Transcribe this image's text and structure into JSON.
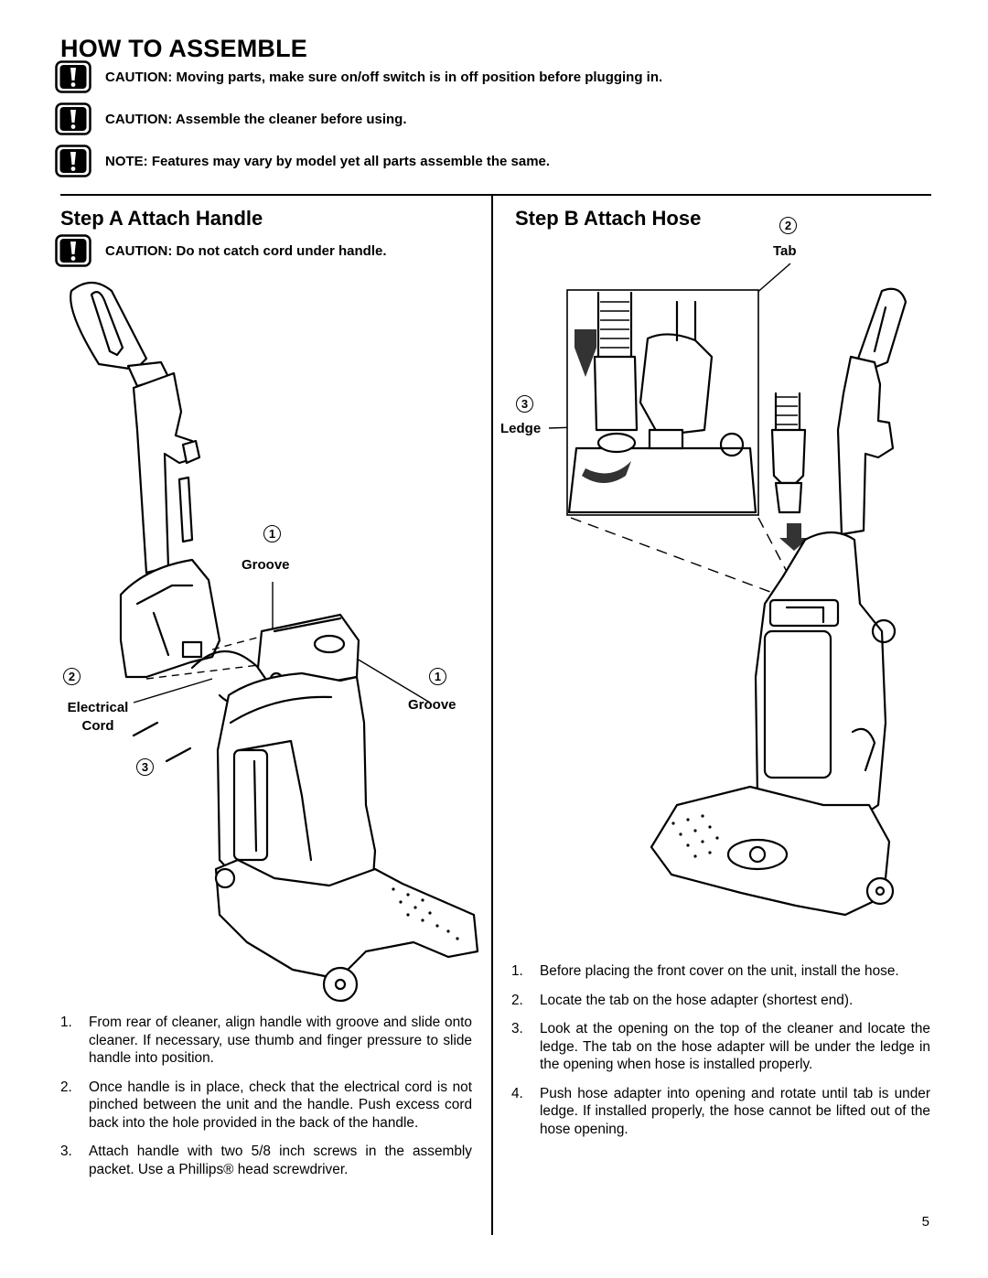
{
  "title": "HOW TO ASSEMBLE",
  "cautions": [
    {
      "icon": "warning-icon",
      "text": "CAUTION:  Moving parts, make sure on/off switch is in off position before plugging in."
    },
    {
      "icon": "warning-icon",
      "text": "CAUTION:  Assemble the cleaner before using."
    },
    {
      "icon": "warning-icon",
      "text": "NOTE:  Features may vary by model yet all parts assemble the same."
    }
  ],
  "step_a": {
    "title": "Step A  Attach Handle",
    "caution": "CAUTION: Do not catch cord under handle.",
    "labels": {
      "num1_top": "1",
      "groove_top": "Groove",
      "num2": "2",
      "electrical_cord_1": "Electrical",
      "electrical_cord_2": "Cord",
      "num1_right": "1",
      "groove_right": "Groove",
      "num3": "3"
    },
    "instructions": [
      {
        "num": "1.",
        "text": "From rear of cleaner, align handle with groove and slide onto cleaner. If necessary, use thumb and finger pressure to slide handle into position."
      },
      {
        "num": "2.",
        "text": "Once handle is in place, check that the electrical cord is not pinched between the unit and the handle. Push excess cord back into the hole provided in the back of the handle."
      },
      {
        "num": "3.",
        "text": "Attach handle with two 5/8 inch screws in the assembly packet. Use a Phillips® head screwdriver."
      }
    ]
  },
  "step_b": {
    "title": "Step B Attach Hose",
    "labels": {
      "num2": "2",
      "tab": "Tab",
      "num3": "3",
      "ledge": "Ledge"
    },
    "instructions": [
      {
        "num": "1.",
        "text": "Before placing the front cover on the unit, install the hose."
      },
      {
        "num": "2.",
        "text": "Locate the tab on the hose adapter (shortest end)."
      },
      {
        "num": "3.",
        "text": "Look at the opening on the top of the cleaner and locate the ledge. The tab on the hose adapter will be under the ledge in the opening when hose is installed properly."
      },
      {
        "num": "4.",
        "text": "Push hose adapter into opening and rotate until tab is under ledge. If installed properly, the hose cannot be lifted out of the hose opening."
      }
    ]
  },
  "page_number": "5"
}
